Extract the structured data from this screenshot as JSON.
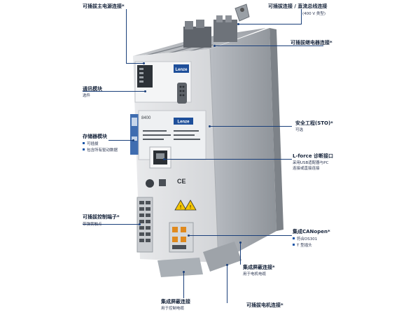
{
  "labels": {
    "main_power": {
      "title": "可插拔主电源连接*"
    },
    "dc_bus": {
      "title": "可插拔连接 / 直流总线连接",
      "sub": "(400 V 类型)"
    },
    "relay": {
      "title": "可插拔继电器连接*"
    },
    "comm_module": {
      "title": "通讯模块",
      "sub": "选件"
    },
    "memory_module": {
      "title": "存储器模块",
      "bullets": [
        "可插拔",
        "包含所有驱动数据"
      ]
    },
    "safety": {
      "title": "安全工程(STO)*",
      "sub": "可选"
    },
    "lforce": {
      "title": "L-force 诊断接口",
      "sub1": "采用USB适配器与PC",
      "sub2": "连接或直接连接"
    },
    "control_terminals": {
      "title": "可插拔控制端子*",
      "sub": "带弹簧触点"
    },
    "canopen": {
      "title": "集成CANopen*",
      "bullets": [
        "符合DS301",
        "T 型插头"
      ]
    },
    "shield_motor": {
      "title": "集成屏蔽连接*",
      "sub": "用于电机电缆"
    },
    "shield_control": {
      "title": "集成屏蔽连接",
      "sub": "用于控制电缆"
    },
    "motor_conn": {
      "title": "可插拔电机连接*"
    }
  },
  "device": {
    "brand": "Lenze",
    "series": "8400",
    "ce_mark": "CE"
  },
  "colors": {
    "accent": "#1a56a8",
    "lead": "#1a3f7a"
  }
}
